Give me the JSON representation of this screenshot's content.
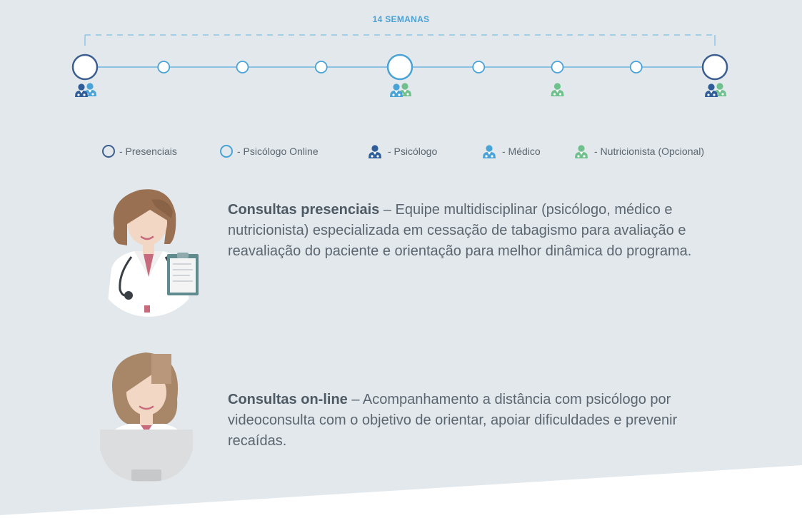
{
  "timeline": {
    "duration_label": "14 SEMANAS",
    "nodes": [
      {
        "type": "presencial",
        "professionals": [
          "psicologo",
          "medico"
        ]
      },
      {
        "type": "online",
        "professionals": []
      },
      {
        "type": "online",
        "professionals": []
      },
      {
        "type": "online",
        "professionals": []
      },
      {
        "type": "presencial",
        "professionals": [
          "medico",
          "nutricionista"
        ]
      },
      {
        "type": "online",
        "professionals": []
      },
      {
        "type": "online",
        "professionals": [
          "nutricionista"
        ]
      },
      {
        "type": "online",
        "professionals": []
      },
      {
        "type": "presencial",
        "professionals": [
          "psicologo",
          "nutricionista"
        ]
      }
    ]
  },
  "legend": {
    "presenciais": "- Presenciais",
    "psicologo_online": "- Psicólogo Online",
    "psicologo": "- Psicólogo",
    "medico": "- Médico",
    "nutricionista": "- Nutricionista (Opcional)"
  },
  "sections": {
    "presencial": {
      "title": "Consultas presenciais",
      "text": " – Equipe multidisciplinar (psicólogo, médico e nutricionista) especializada em cessação de tabagismo para avaliação e reavaliação do paciente e orientação para melhor dinâmica do programa."
    },
    "online": {
      "title": "Consultas on-line",
      "text": " – Acompanhamento a distância com psicólogo por videoconsulta com o objetivo de orientar, apoiar dificuldades e prevenir recaídas."
    }
  },
  "colors": {
    "background": "#e2e8ec",
    "presencial": "#3d5f8f",
    "online": "#4aa3d6",
    "psicologo": "#2f5d9a",
    "medico": "#4aa3d6",
    "nutricionista": "#6fc08c",
    "text": "#5c6670"
  }
}
